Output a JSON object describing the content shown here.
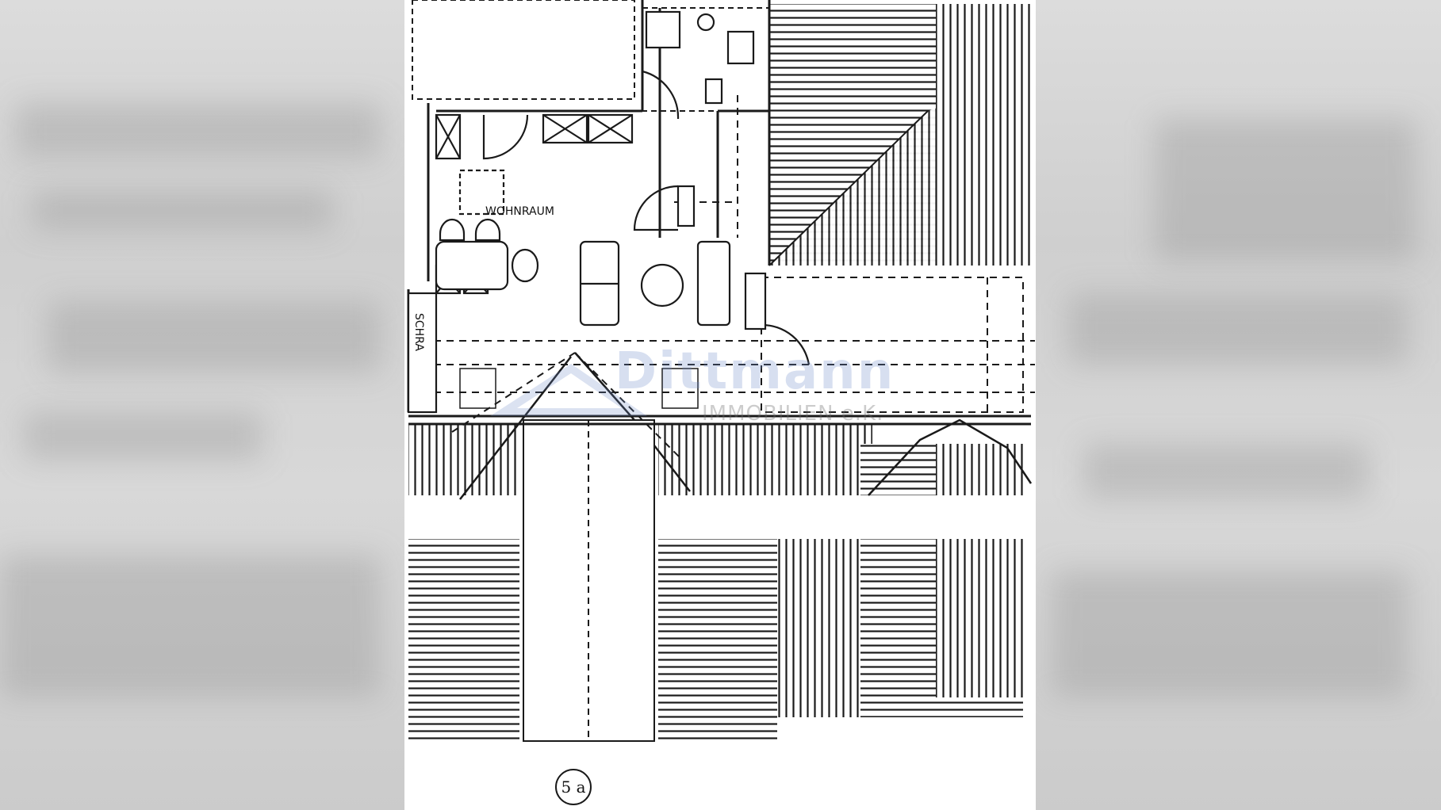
{
  "floorplan": {
    "room_label": "WOHNRAUM",
    "side_label": "SCHRA",
    "page_number": "5 a"
  },
  "watermark": {
    "name": "Dittmann",
    "subtitle": "IMMOBILIEN e.K."
  },
  "colors": {
    "paper": "#ffffff",
    "ink": "#1a1a1a",
    "background_blur": "#d6d6d6",
    "watermark_blue": "#6e8cc8"
  }
}
